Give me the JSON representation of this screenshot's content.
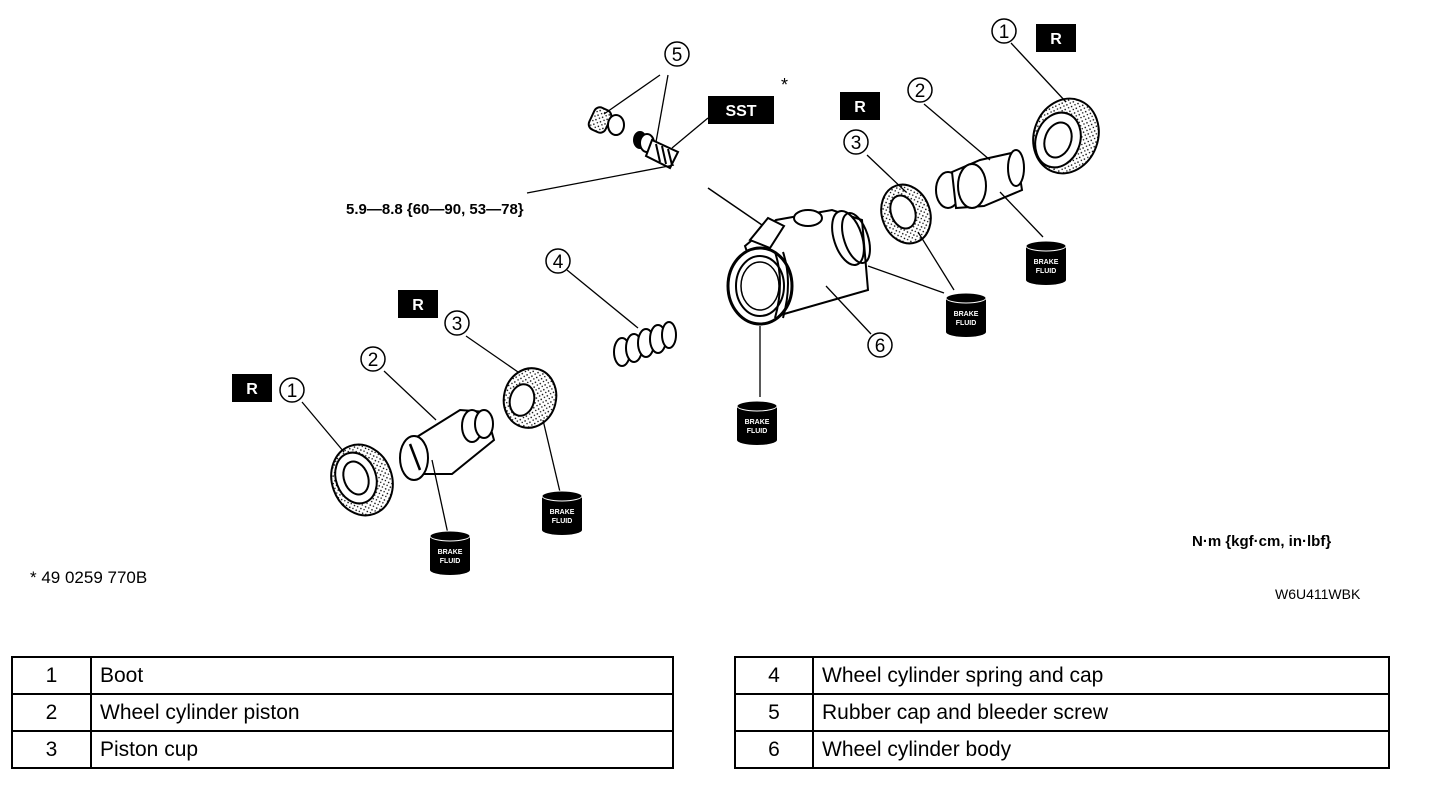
{
  "callouts": [
    "1",
    "2",
    "3",
    "4",
    "5",
    "6"
  ],
  "badges": {
    "replace": "R",
    "sst": "SST",
    "sst_mark": "*"
  },
  "brake_fluid": {
    "line1": "BRAKE",
    "line2": "FLUID"
  },
  "torque_spec": "5.9—8.8 {60—90, 53—78}",
  "units_note": "N·m {kgf·cm, in·lbf}",
  "sst_note": "* 49 0259 770B",
  "figure_code": "W6U411WBK",
  "parts_left": [
    {
      "no": "1",
      "name": "Boot"
    },
    {
      "no": "2",
      "name": "Wheel cylinder piston"
    },
    {
      "no": "3",
      "name": "Piston cup"
    }
  ],
  "parts_right": [
    {
      "no": "4",
      "name": "Wheel cylinder spring and cap"
    },
    {
      "no": "5",
      "name": "Rubber cap and bleeder screw"
    },
    {
      "no": "6",
      "name": "Wheel cylinder body"
    }
  ]
}
